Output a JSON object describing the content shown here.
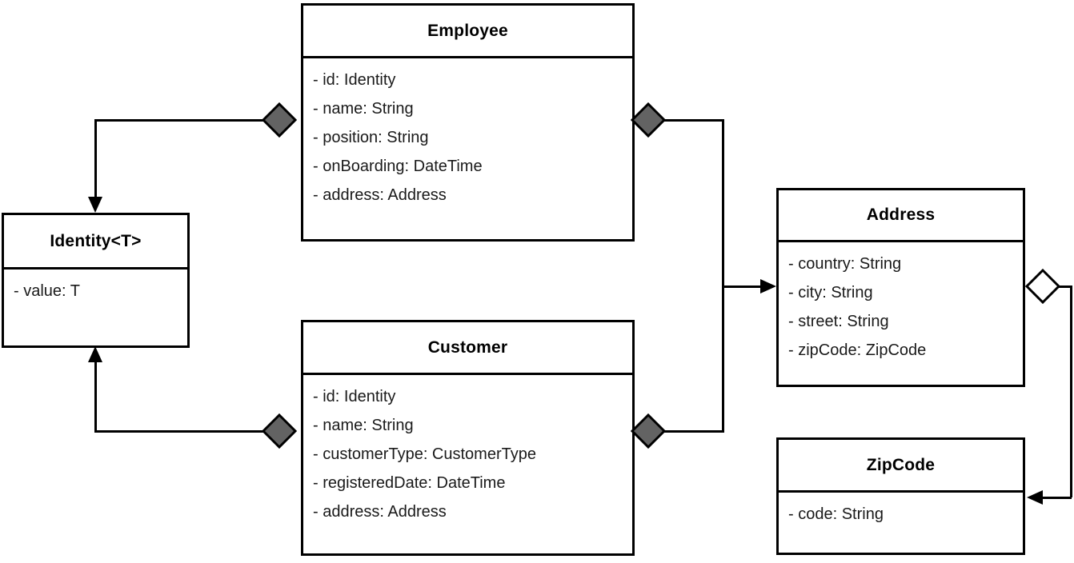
{
  "diagram": {
    "type": "uml-class-diagram",
    "title": "",
    "colors": {
      "background": "#ffffff",
      "stroke": "#000000",
      "composition_diamond_fill": "#636363",
      "aggregation_diamond_fill": "#ffffff",
      "text": "#000000"
    },
    "classes": [
      {
        "id": "employee",
        "name": "Employee",
        "attributes": [
          "- id: Identity",
          "- name: String",
          "- position: String",
          "- onBoarding: DateTime",
          "- address: Address"
        ]
      },
      {
        "id": "identity",
        "name": "Identity<T>",
        "attributes": [
          "- value: T"
        ]
      },
      {
        "id": "customer",
        "name": "Customer",
        "attributes": [
          "- id: Identity",
          "- name: String",
          "- customerType: CustomerType",
          "- registeredDate: DateTime",
          "- address: Address"
        ]
      },
      {
        "id": "address",
        "name": "Address",
        "attributes": [
          "- country: String",
          "- city: String",
          "- street: String",
          "- zipCode: ZipCode"
        ]
      },
      {
        "id": "zipcode",
        "name": "ZipCode",
        "attributes": [
          "- code: String"
        ]
      }
    ],
    "relationships": [
      {
        "id": "employee-identity",
        "from": "Employee",
        "to": "Identity<T>",
        "kind": "composition",
        "source_marker": "filled-diamond",
        "target_marker": "filled-arrow",
        "label": ""
      },
      {
        "id": "employee-address",
        "from": "Employee",
        "to": "Address",
        "kind": "composition",
        "source_marker": "filled-diamond",
        "target_marker": "filled-arrow",
        "label": ""
      },
      {
        "id": "customer-identity",
        "from": "Customer",
        "to": "Identity<T>",
        "kind": "composition",
        "source_marker": "filled-diamond",
        "target_marker": "filled-arrow",
        "label": ""
      },
      {
        "id": "customer-address",
        "from": "Customer",
        "to": "Address",
        "kind": "composition",
        "source_marker": "filled-diamond",
        "target_marker": "filled-arrow",
        "label": ""
      },
      {
        "id": "address-zipcode",
        "from": "Address",
        "to": "ZipCode",
        "kind": "aggregation",
        "source_marker": "hollow-diamond",
        "target_marker": "filled-arrow",
        "label": ""
      }
    ]
  }
}
